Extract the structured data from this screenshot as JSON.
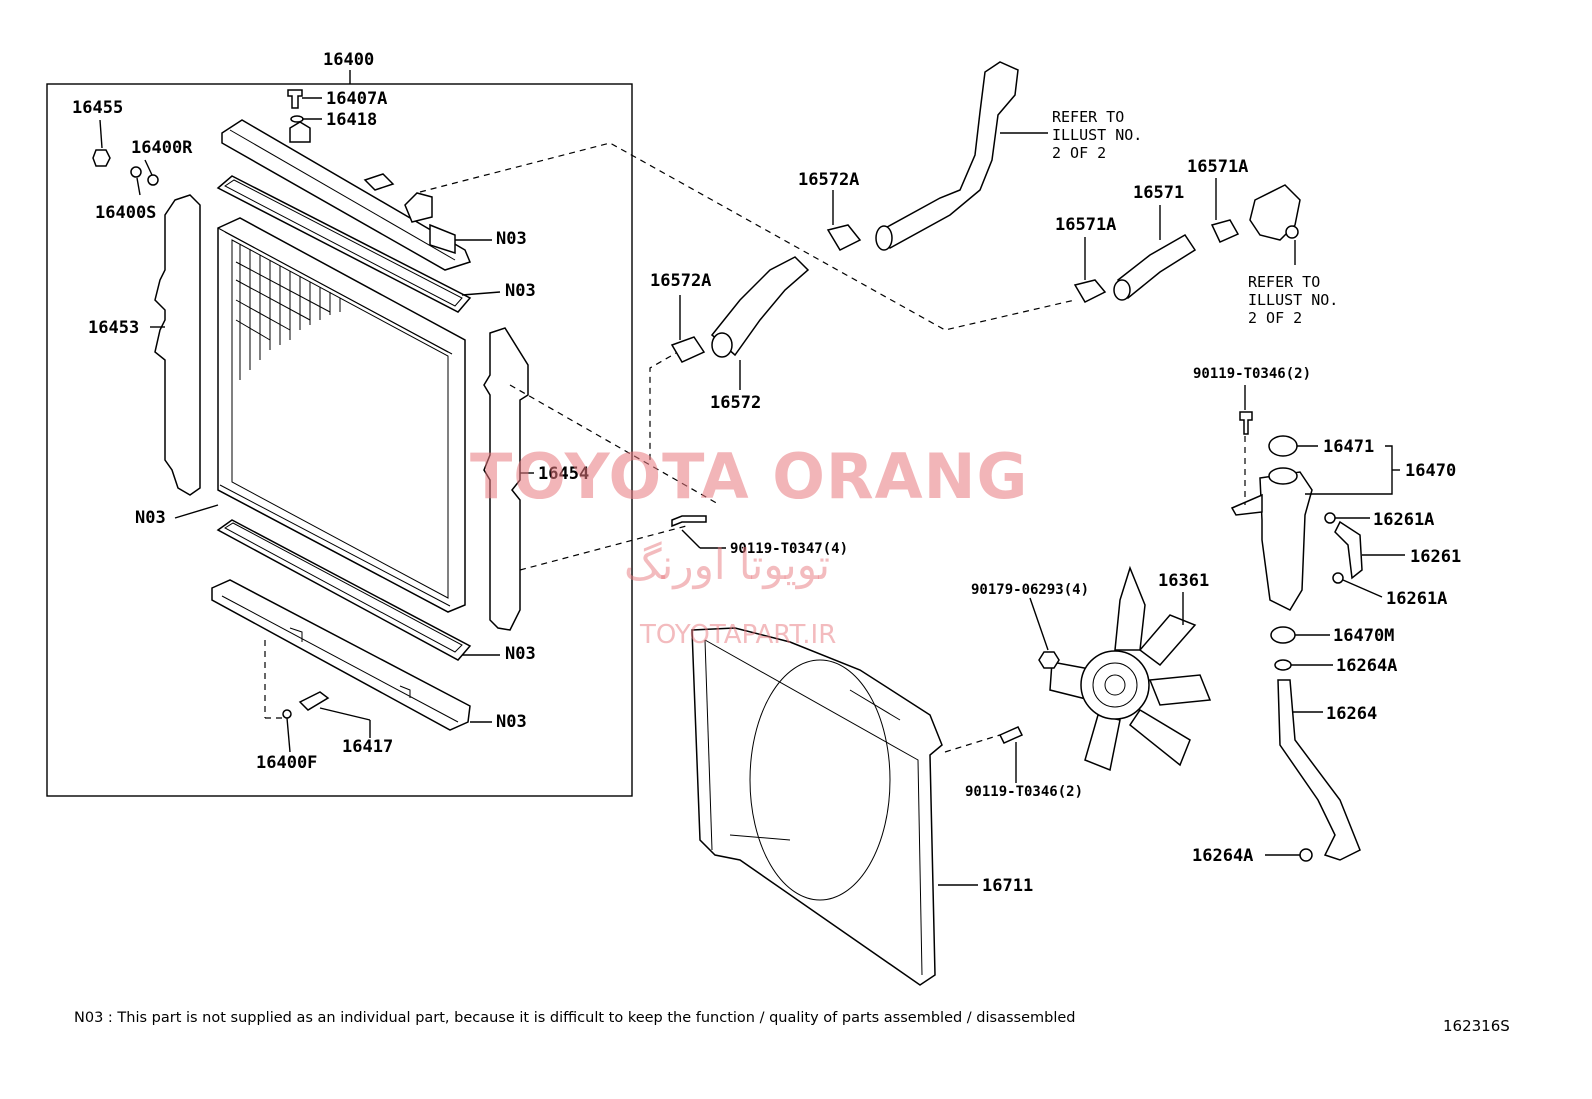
{
  "labels": {
    "p16400": "16400",
    "p16407A": "16407A",
    "p16418": "16418",
    "p16455": "16455",
    "p16400R": "16400R",
    "p16400S": "16400S",
    "p16453": "16453",
    "n03_top1": "N03",
    "n03_top2": "N03",
    "n03_left": "N03",
    "n03_bot1": "N03",
    "n03_bot2": "N03",
    "p16454": "16454",
    "p16400F": "16400F",
    "p16417": "16417",
    "p16572A_top": "16572A",
    "p16572A_mid": "16572A",
    "p16572": "16572",
    "p16571A_left": "16571A",
    "p16571": "16571",
    "p16571A_right": "16571A",
    "bolt_t0347": "90119-T0347(4)",
    "bolt_t0346_top": "90119-T0346(2)",
    "p16471": "16471",
    "p16470": "16470",
    "p16261A_top": "16261A",
    "p16261": "16261",
    "p16261A_bot": "16261A",
    "p16470M": "16470M",
    "p16264A_top": "16264A",
    "p16264": "16264",
    "p16264A_bot": "16264A",
    "nut_06293": "90179-06293(4)",
    "p16361": "16361",
    "bolt_t0346_bot": "90119-T0346(2)",
    "p16711": "16711"
  },
  "refer_1": [
    "REFER TO",
    "ILLUST NO.",
    "2 OF 2"
  ],
  "refer_2": [
    "REFER TO",
    "ILLUST NO.",
    "2 OF 2"
  ],
  "footnote": "N03 : This part is not supplied as an individual part, because it is difficult to keep the function / quality of parts assembled / disassembled",
  "diagram_id": "162316S",
  "watermark": {
    "main": "TOYOTA ORANG",
    "persian": "تویوتا اورنگ",
    "site": "TOYOTAPART.IR",
    "color": "#e8787d"
  }
}
